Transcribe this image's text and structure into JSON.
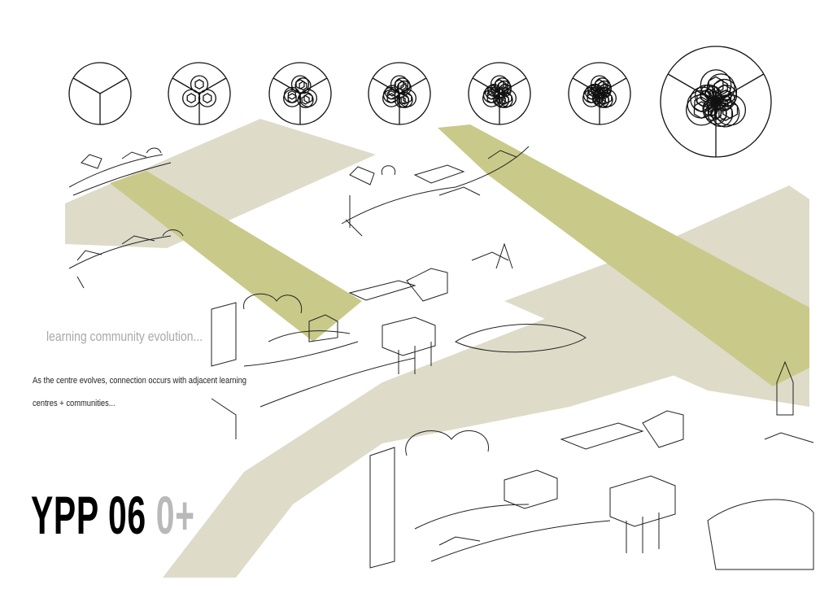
{
  "board": {
    "subtitle": "learning community evolution...",
    "description_line1": "As the centre evolves, connection occurs with adjacent learning",
    "description_line2": "centres + communities...",
    "title_main": "YPP 06",
    "title_suffix": "0+"
  },
  "colors": {
    "beige_band": "#dedbc9",
    "olive_band": "#c9c98a",
    "ink": "#111111",
    "grey_text": "#b9b9b9"
  },
  "evolution_diagrams": [
    {
      "stage": 1
    },
    {
      "stage": 2
    },
    {
      "stage": 3
    },
    {
      "stage": 4
    },
    {
      "stage": 5
    },
    {
      "stage": 6
    },
    {
      "stage": 7
    }
  ]
}
